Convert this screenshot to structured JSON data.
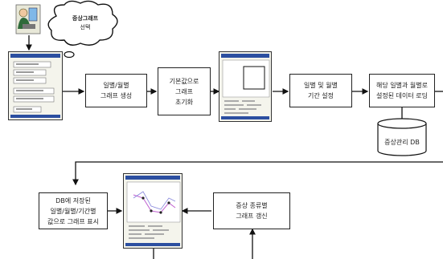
{
  "thought_bubble": {
    "title": "증상그래프",
    "subtitle": "선택"
  },
  "nodes": {
    "generate_graph": [
      "일별/월별",
      "그래프 생성"
    ],
    "init_graph": [
      "기본값으로",
      "그래프",
      "초기화"
    ],
    "set_period": [
      "일별 및 월별",
      "기간 설정"
    ],
    "load_data": [
      "해당 일별과 월별로",
      "설정된 데이터 로딩"
    ],
    "db": "증상관리 DB",
    "show_graph": [
      "DB에 저장된",
      "일별/월별/기간별",
      "값으로 그래프 표시"
    ],
    "update_graph": [
      "증상 종류별",
      "그래프 갱신"
    ]
  },
  "colors": {
    "phone_header": "#2c4fa0",
    "line": "#111111",
    "graph_line": "#c060d0"
  }
}
